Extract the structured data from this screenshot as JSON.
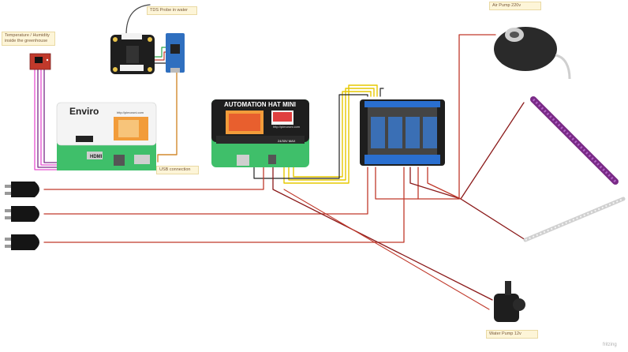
{
  "notes": {
    "temp_humidity": "Temperature / Humidity inside the greenhouse",
    "tds_probe": "TDS Probe in water",
    "usb_connection": "USB connection",
    "air_pump": "Air Pump 220v",
    "water_pump": "Water Pump 12v"
  },
  "boards": {
    "enviro_title": "Enviro",
    "enviro_url": "http://pimoroni.com",
    "enviro_hdmi": "HDMI",
    "automation_title": "AUTOMATION",
    "automation_hat": "HAT MINI",
    "automation_url": "http://pimoroni.com",
    "automation_volt": "24/30V MAX"
  },
  "footer": {
    "brand": "fritzing"
  },
  "colors": {
    "wire_red": "#c0392b",
    "wire_dark": "#8b1a1a",
    "wire_yellow": "#e6c800",
    "wire_pink": "#e64fd1",
    "wire_purple": "#7a2b87",
    "wire_orange": "#d28a2e",
    "wire_green": "#2aa84a",
    "board_green": "#3fbf6a",
    "board_black": "#1e1e1e",
    "relay_blue": "#3a6fb5"
  }
}
